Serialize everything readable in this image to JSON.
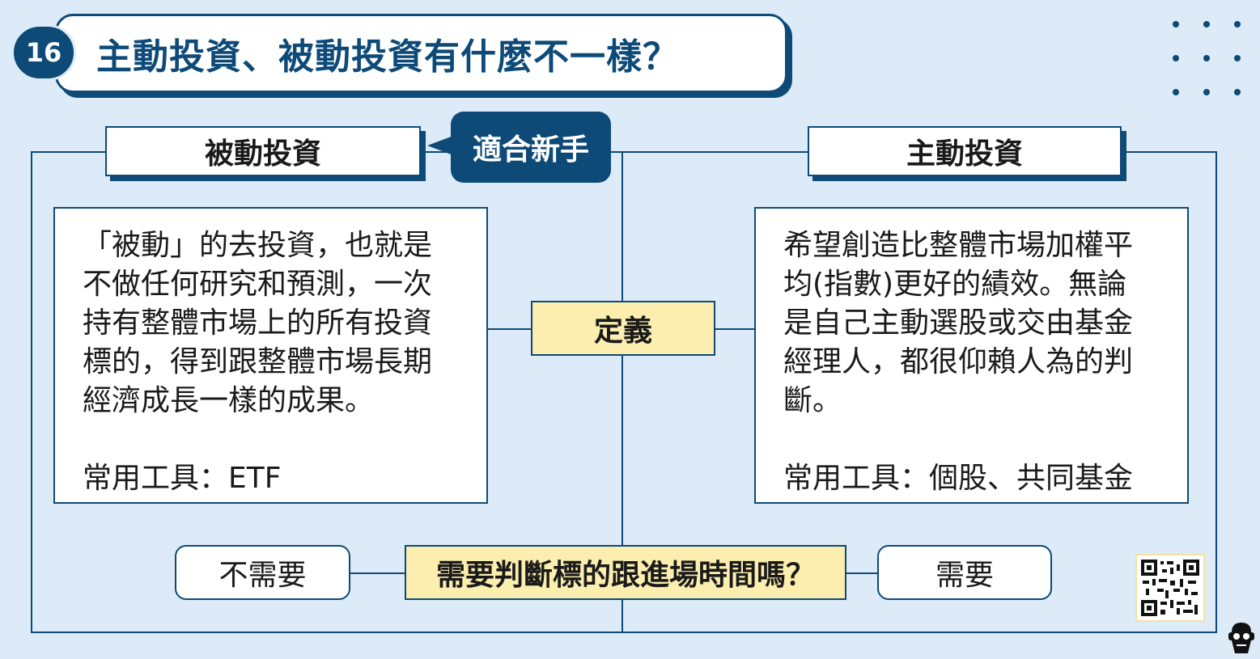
{
  "badge_number": "16",
  "title": "主動投資、被動投資有什麼不一樣？",
  "left_header": "被動投資",
  "right_header": "主動投資",
  "tag": "適合新手",
  "definition_label": "定義",
  "question_label": "需要判斷標的跟進場時間嗎？",
  "left_answer": "不需要",
  "right_answer": "需要",
  "left_content": {
    "lines": [
      "「被動」的去投資，也就是",
      "不做任何研究和預測，一次",
      "持有整體市場上的所有投資",
      "標的，得到跟整體市場長期",
      "經濟成長一樣的成果。"
    ],
    "tools": "常用工具：ETF"
  },
  "right_content": {
    "lines": [
      "希望創造比整體市場加權平",
      "均(指數)更好的績效。無論",
      "是自己主動選股或交由基金",
      "經理人，都很仰賴人為的判",
      "斷。"
    ],
    "tools": "常用工具：個股、共同基金"
  },
  "colors": {
    "navy": "#0d4a78",
    "background": "#dcebf7",
    "highlight": "#fbeeae"
  },
  "icons": [
    "dots-decoration-icon",
    "qr-code-icon",
    "mascot-icon"
  ]
}
